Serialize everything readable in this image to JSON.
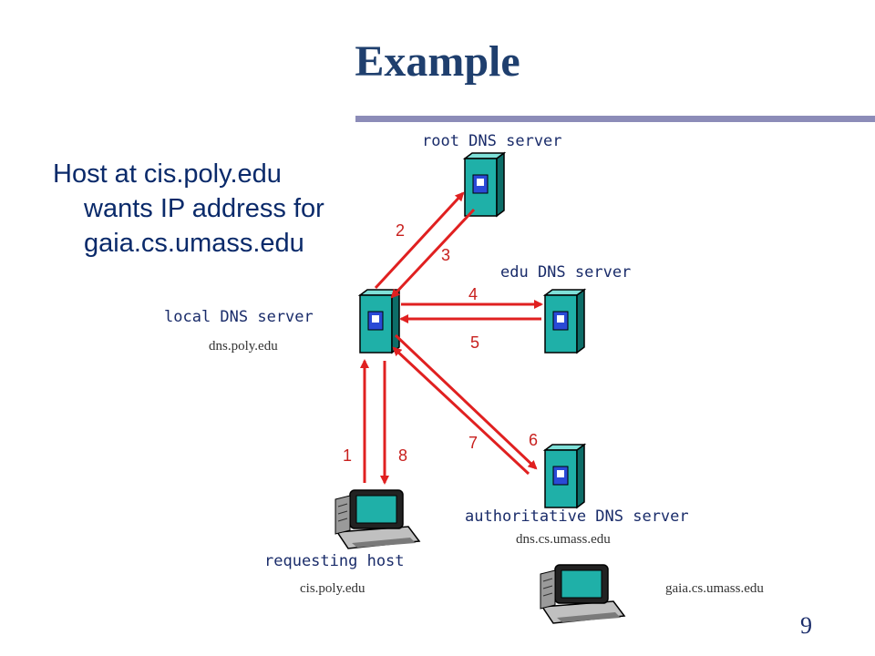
{
  "slide": {
    "title": "Example",
    "bullet_lines": [
      "Host at cis.poly.edu",
      "wants IP address for",
      "gaia.cs.umass.edu"
    ],
    "page_number": "9"
  },
  "nodes": {
    "root": {
      "label": "root DNS server"
    },
    "local": {
      "label": "local DNS server",
      "hostname": "dns.poly.edu"
    },
    "edu": {
      "label": "edu DNS server"
    },
    "auth": {
      "label": "authoritative DNS server",
      "hostname": "dns.cs.umass.edu"
    },
    "requesting": {
      "label": "requesting host",
      "hostname": "cis.poly.edu"
    },
    "gaia": {
      "hostname": "gaia.cs.umass.edu"
    }
  },
  "steps": [
    "1",
    "2",
    "3",
    "4",
    "5",
    "6",
    "7",
    "8"
  ],
  "colors": {
    "arrow": "#e02020",
    "server_front": "#1fb0a8",
    "server_side": "#0d6d68",
    "title": "#1f3f6e"
  },
  "icons": {
    "server": "server-tower-icon",
    "computer": "desktop-computer-icon"
  }
}
